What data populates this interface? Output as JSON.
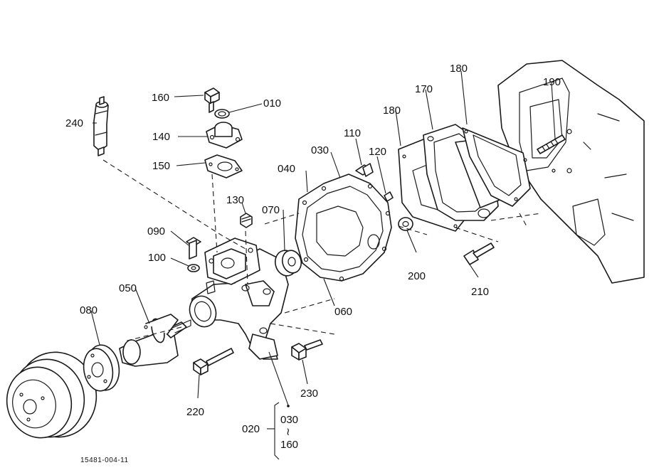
{
  "diagram": {
    "drawing_code": "15481-004-11",
    "callouts": {
      "p160": "160",
      "p010": "010",
      "p240": "240",
      "p140": "140",
      "p150": "150",
      "p130": "130",
      "p090": "090",
      "p100": "100",
      "p050": "050",
      "p080": "080",
      "p070": "070",
      "p040": "040",
      "p030": "030",
      "p110": "110",
      "p120": "120",
      "p180a": "180",
      "p170": "170",
      "p180b": "180",
      "p190": "190",
      "p200": "200",
      "p210": "210",
      "p060": "060",
      "p230": "230",
      "p220": "220",
      "p020": "020",
      "range_from": "030",
      "range_sep": "≀",
      "range_to": "160"
    }
  }
}
